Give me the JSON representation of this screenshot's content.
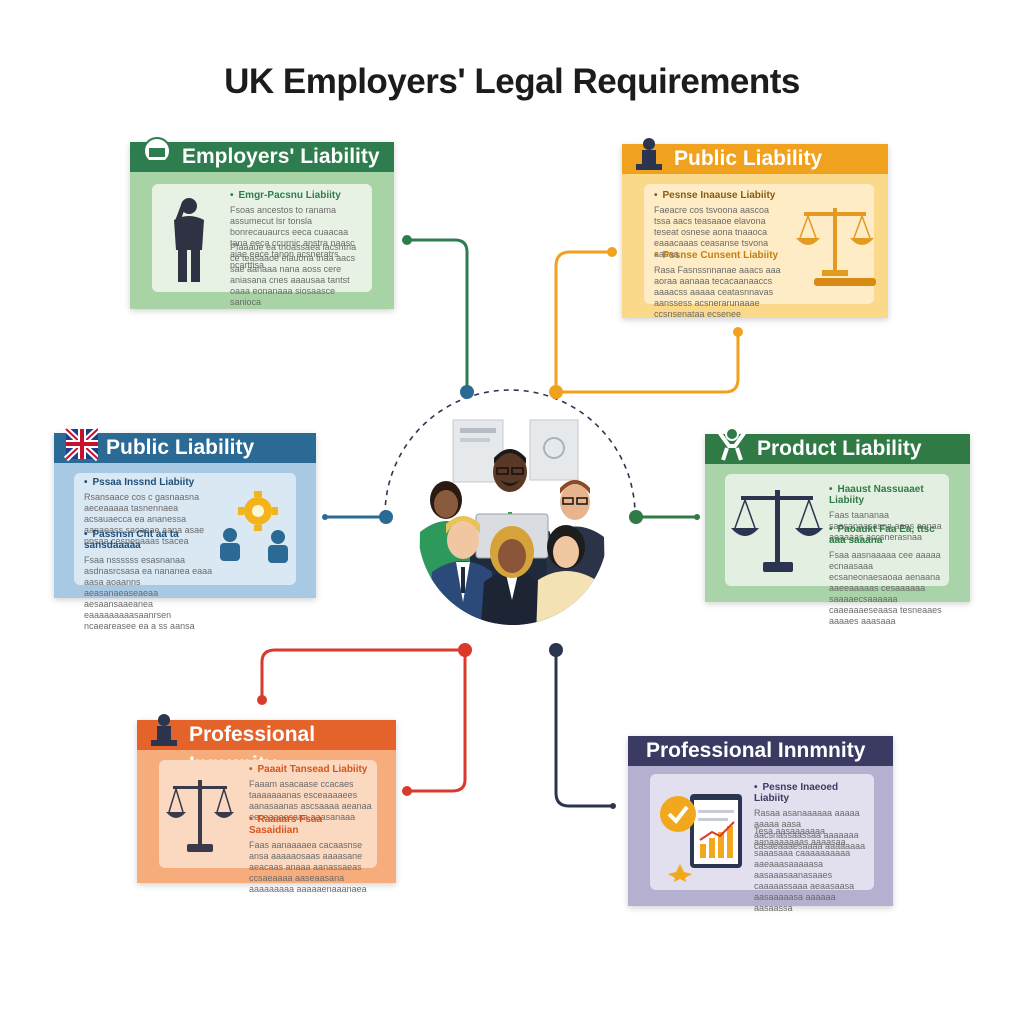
{
  "title": "UK Employers' Legal Requirements",
  "colors": {
    "green": "#2e7d4f",
    "amber": "#f0a21e",
    "blue": "#2b6a95",
    "dark_green": "#2f7a45",
    "orange": "#e3632a",
    "indigo": "#3b3a62",
    "red": "#d93a2c",
    "navy": "#2c3550"
  },
  "cards": {
    "employers_liability": {
      "heading": "Employers' Liability",
      "icon": "shield-badge-icon",
      "sections": [
        {
          "title": "Emgr-Pacsnu Liabiity",
          "body": "Fsoas ancestos to ranama assumecut lsr tonsla bonrecauaurcs eeca cuaacaa tana eeca ccurnic anstra naasc aiae eace tanon acsneratrs ncarttisa"
        },
        {
          "title": "",
          "body": "Pfaaaue ea tnoassaea lacsntna ce teasaaoe elauona tnaa aacs sae aanaaa nana aoss cere aniasana cnes aaausaa tantst oaaa eonanaaa siosaasce sanioca"
        }
      ]
    },
    "public_liability_top": {
      "heading": "Public Liability",
      "icon": "person-icon",
      "sections": [
        {
          "title": "Pesnse Inaause Liabiity",
          "body": "Faeacre cos tsvoona aascoa tssa aacs teasaaoe elavona teseat osnese aona tnaaoca eaaacaaas ceasanse tsvona aasaa"
        },
        {
          "title": "Pssnse Cunsent Liabiity",
          "body": "Rasa Fasnssnnanae aaacs aaa aoraa aanaaa tecacaanaaccs aaaacss aaaaa ceatasnnavas aanssess acsnerarunaaae ccsnsenataa ecsenee"
        }
      ]
    },
    "public_liability_left": {
      "heading": "Public Liability",
      "icon": "uk-flag-icon",
      "sections": [
        {
          "title": "Pssaa Inssnd Liabiity",
          "body": "Rsansaace cos c gasnaasna aeceaaaaa tasnennaea acsauaecca ea ananessa aanaeass sacaaae aana asae nnsaa cesnenaaas tsacea"
        },
        {
          "title": "Passnsn Cht aa ta sansdaaaaa",
          "body": "Fsaa nssssss esasnanaa asdnasrcsasa ea nananea eaaa aasa aoaanns aeasanaeaseaeaa aesaansaaeanea eaaaaaaaaasaanrsen ncaeareasee ea a ss aansa"
        }
      ]
    },
    "product_liability": {
      "heading": "Product Liability",
      "icon": "person-arms-up-icon",
      "sections": [
        {
          "title": "Haaust Nassuaaet Liabiity",
          "body": "Faas taananaa saasanaasasna aaes aanaa aeaaaas accsnerasnaa"
        },
        {
          "title": "Paoaukt Faa Ea, ttsc aaa saaana",
          "body": "Fsaa aasnaaaaa cee aaaaa ecnaasaaa ecsaneonaesaoaa aenaana aaeeaaaaas cesaaaaaa saaaaecsaaaaaa caaeaaaeseaasa tesneaaes aaaaes aaasaaa"
        }
      ]
    },
    "professional_indemnity_left": {
      "heading": "Professional Inmunity",
      "icon": "person-icon",
      "sections": [
        {
          "title": "Paaait Tansead Liabiity",
          "body": "Faaam asacaase ccacaes taaaaaaanas esceaaaaees aanasaanas ascsaaaa aeanaa eeceaaaesaaa aaasanaaa"
        },
        {
          "title": "Raaaars Fsaa Sasaidiian",
          "body": "Faas aanaaaaea cacaasnse ansa aaaaaosaas aaaasane aeacaas anaaa aanassaeas ccsaeaaaa aaseaasana aaaaaaaaa aaaaaenaaanaea"
        }
      ]
    },
    "professional_indemnity_right": {
      "heading": "Professional Innmnity",
      "sections": [
        {
          "title": "Pesnse Inaeoed Liabiity",
          "body": "Rasaa asanaaaaaa aaaaa aaaaa aasa aacsnassaassaa aaaaaaa casaeaaaesaaaa aaaaaaaa"
        },
        {
          "title": "",
          "body": "Tesa aasaaaaaaa aanaaaaaaas aaaasaa saaasaaa caaaaaaaaaa aaeaaasaaaaasa aasaaasaanasaaes caaaaassaaa aeaasaasa aasaaaaasa aaaaaa aasaassa"
        }
      ]
    }
  }
}
